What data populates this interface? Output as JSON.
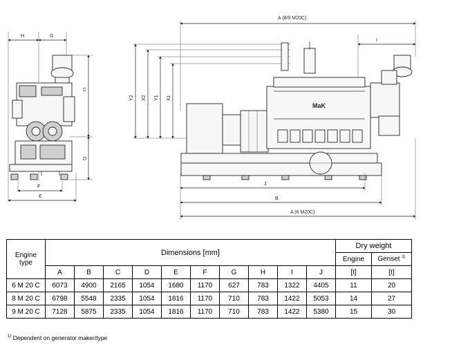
{
  "drawing": {
    "dim_labels": {
      "H": "H",
      "G": "G",
      "C": "C",
      "D": "D",
      "F": "F",
      "E": "E",
      "Y2": "Y2",
      "X2": "X2",
      "Y1": "Y1",
      "X1": "X1",
      "A89": "A (8/9 M20C)",
      "I": "I",
      "J": "J",
      "B": "B",
      "A6": "A (6 M20C)"
    },
    "logo": "MaK"
  },
  "table": {
    "engine_type_header": [
      "Engine",
      "type"
    ],
    "dimensions_header": "Dimensions [mm]",
    "dry_weight_header": "Dry weight",
    "engine_sub": "Engine",
    "genset_sub": "Genset",
    "genset_note_mark": "1)",
    "columns": [
      "A",
      "B",
      "C",
      "D",
      "E",
      "F",
      "G",
      "H",
      "I",
      "J"
    ],
    "units": [
      "[t]",
      "[t]"
    ],
    "rows": [
      {
        "type": "6 M 20 C",
        "values": [
          "6073",
          "4900",
          "2165",
          "1054",
          "1680",
          "1170",
          "627",
          "783",
          "1322",
          "4405"
        ],
        "engine_t": "11",
        "genset_t": "20"
      },
      {
        "type": "8 M 20 C",
        "values": [
          "6798",
          "5548",
          "2335",
          "1054",
          "1816",
          "1170",
          "710",
          "783",
          "1422",
          "5053"
        ],
        "engine_t": "14",
        "genset_t": "27"
      },
      {
        "type": "9 M 20 C",
        "values": [
          "7128",
          "5875",
          "2335",
          "1054",
          "1816",
          "1170",
          "710",
          "783",
          "1422",
          "5380"
        ],
        "engine_t": "15",
        "genset_t": "30"
      }
    ]
  },
  "footnote": {
    "mark": "1)",
    "text": "Dependent on generator maker/type"
  }
}
